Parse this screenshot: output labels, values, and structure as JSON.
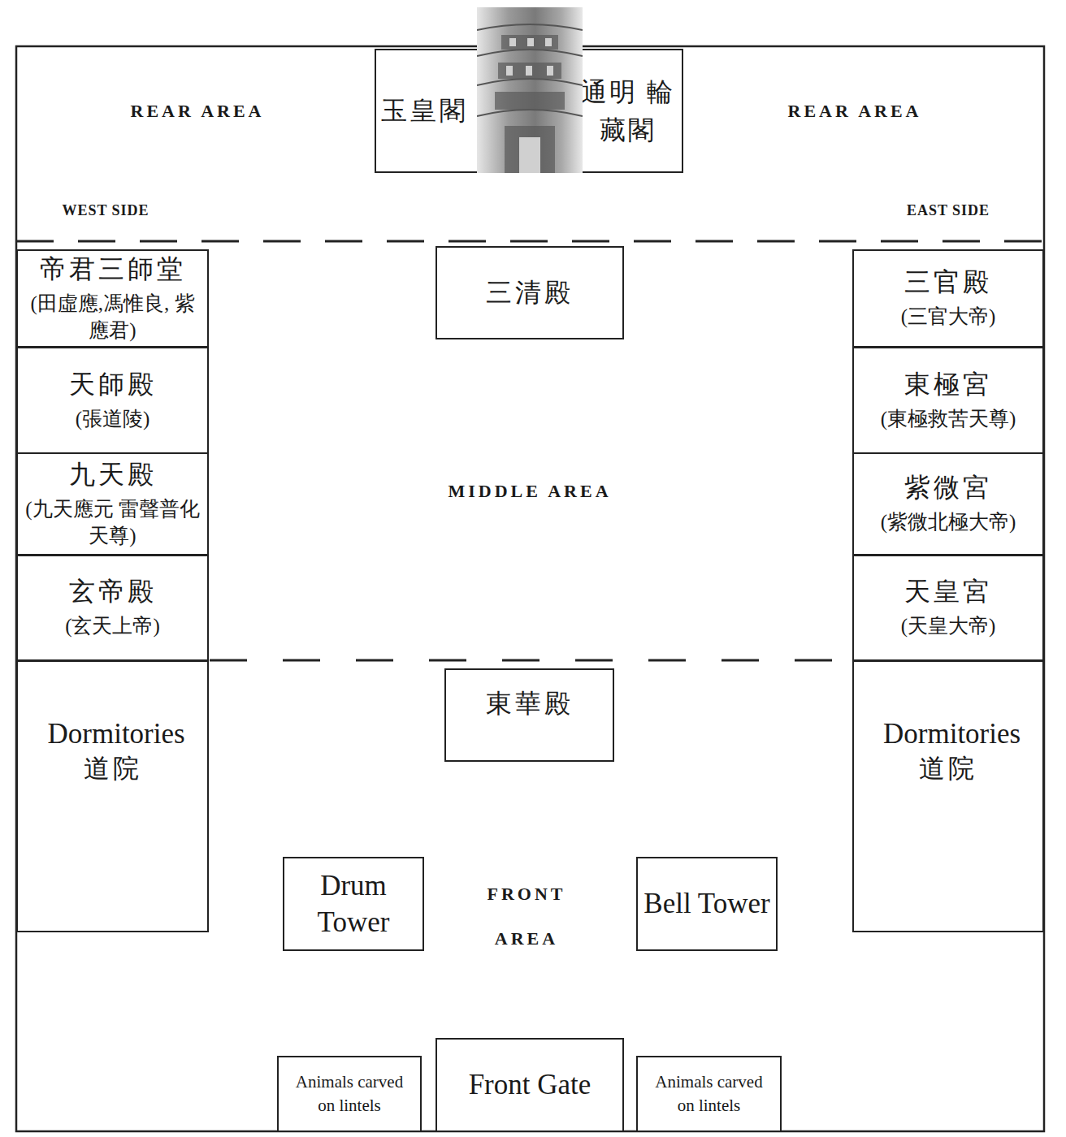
{
  "diagram": {
    "nodes": [
      {
        "text": [
          "玉皇閣",
          "通明 輪藏閣"
        ]
      },
      {
        "text": [
          "帝君三師堂",
          "(田虛應,馮惟良, 紫應君)"
        ]
      },
      {
        "text": [
          "三清殿"
        ]
      },
      {
        "text": [
          "三官殿",
          "(三官大帝)"
        ]
      },
      {
        "text": [
          "天師殿",
          "(張道陵)"
        ]
      },
      {
        "text": [
          "東極宮",
          "(東極救苦天尊)"
        ]
      },
      {
        "text": [
          "九天殿",
          "(九天應元 雷聲普化天尊)"
        ]
      },
      {
        "text": [
          "紫微宮",
          "(紫微北極大帝)"
        ]
      },
      {
        "text": [
          "玄帝殿",
          "(玄天上帝)"
        ]
      },
      {
        "text": [
          "天皇宮",
          "(天皇大帝)"
        ]
      },
      {
        "text": [
          "東華殿"
        ]
      },
      {
        "text": [
          "Dormitories",
          "道院"
        ]
      },
      {
        "text": [
          "Dormitories",
          "道院"
        ]
      },
      {
        "text": [
          "Drum Tower"
        ]
      },
      {
        "text": [
          "Bell Tower"
        ]
      },
      {
        "text": [
          "Animals carved on lintels"
        ]
      },
      {
        "text": [
          "Front Gate"
        ]
      },
      {
        "text": [
          "Animals carved on lintels"
        ]
      }
    ],
    "labels": [
      "REAR AREA",
      "REAR AREA",
      "WEST SIDE",
      "EAST SIDE",
      "MIDDLE AREA",
      "FRONT AREA"
    ]
  }
}
